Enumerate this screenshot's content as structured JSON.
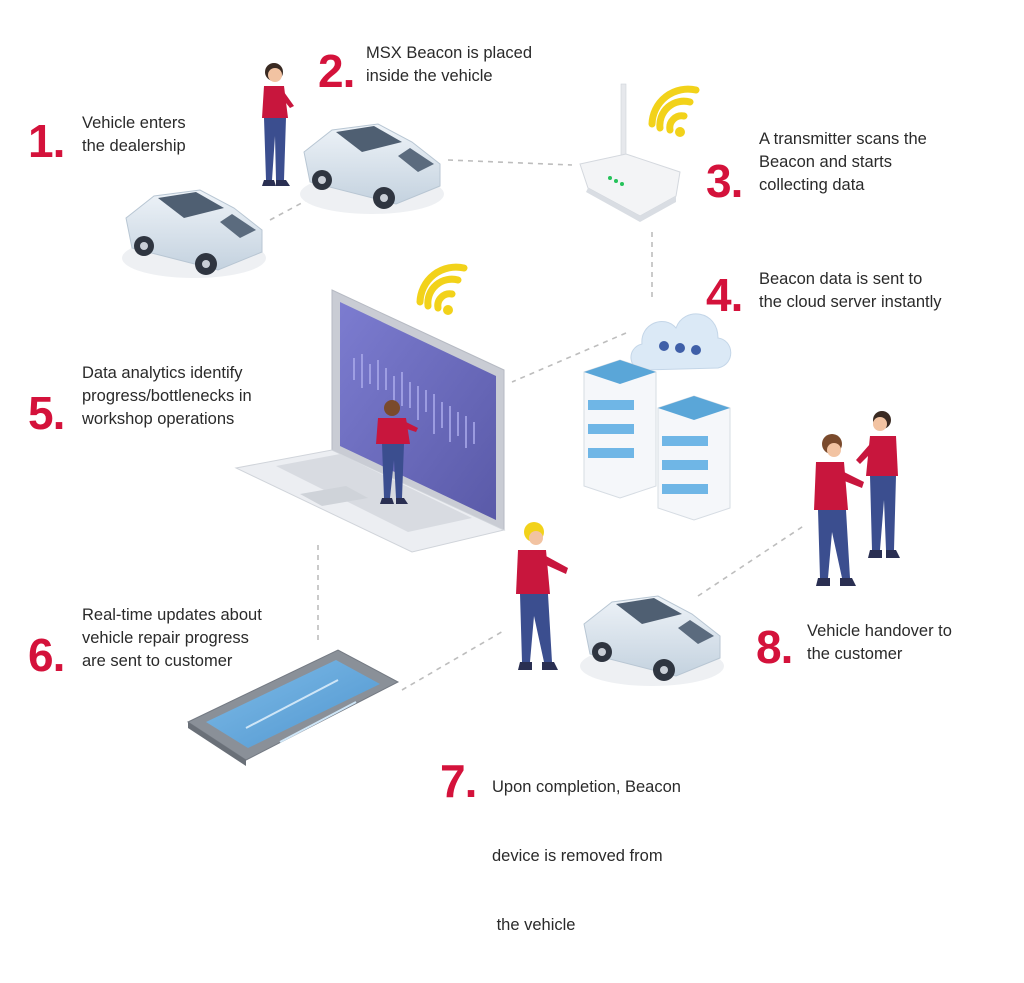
{
  "steps": [
    {
      "number": "1.",
      "lines": [
        "Vehicle enters",
        "the dealership"
      ]
    },
    {
      "number": "2.",
      "lines": [
        "MSX Beacon is placed",
        "inside the vehicle"
      ]
    },
    {
      "number": "3.",
      "lines": [
        "A transmitter scans the",
        "Beacon and starts",
        "collecting data"
      ]
    },
    {
      "number": "4.",
      "lines": [
        "Beacon data is sent to",
        "the cloud server instantly"
      ]
    },
    {
      "number": "5.",
      "lines": [
        "Data analytics identify",
        "progress/bottlenecks in",
        "workshop operations"
      ]
    },
    {
      "number": "6.",
      "lines": [
        "Real-time updates about",
        "vehicle repair progress",
        "are sent to customer"
      ]
    },
    {
      "number": "7.",
      "lines": [
        "Upon completion, Beacon",
        "device is removed from",
        " the vehicle"
      ]
    },
    {
      "number": "8.",
      "lines": [
        "Vehicle handover to",
        "the customer"
      ]
    }
  ],
  "colors": {
    "accent": "#d4123b",
    "text": "#2a2a2a",
    "wifi": "#f2d21a",
    "car": "#d9e4ee",
    "screen": "#6f6fc0",
    "server": "#5aa6d8",
    "person_shirt": "#c8163d",
    "person_pants": "#3b4e8f"
  },
  "icons": [
    "car-icon",
    "person-icon",
    "router-icon",
    "wifi-icon",
    "cloud-icon",
    "server-icon",
    "laptop-icon",
    "tablet-icon"
  ]
}
